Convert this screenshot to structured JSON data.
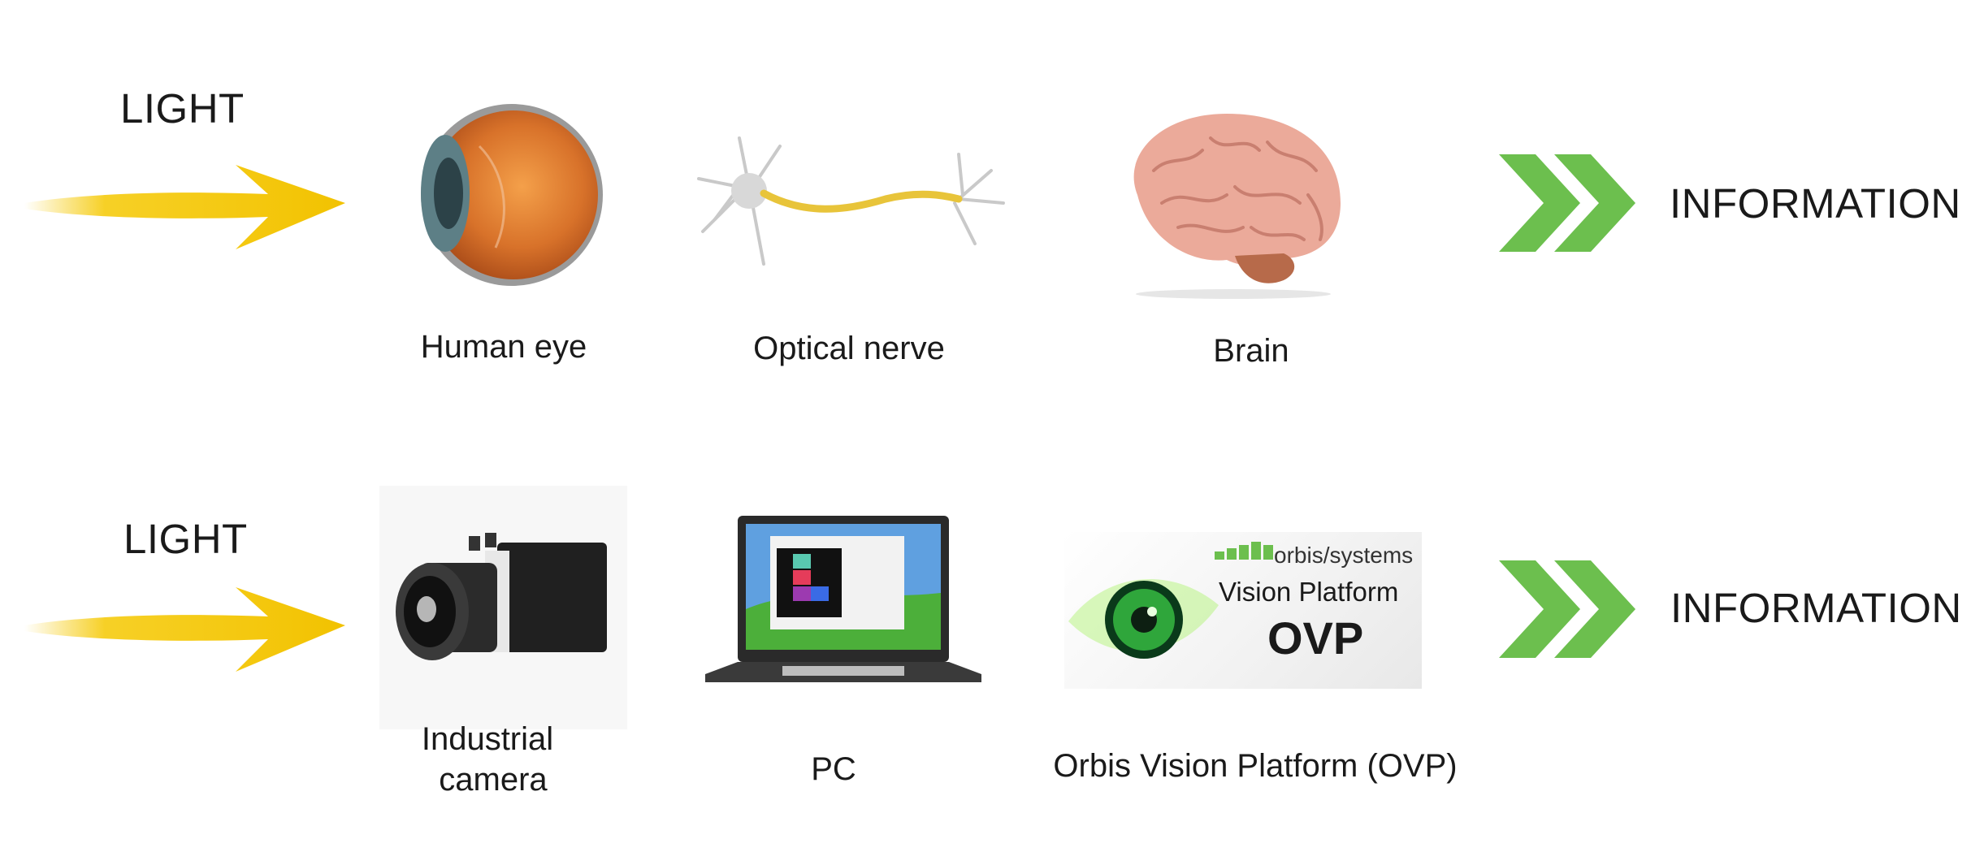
{
  "human_row": {
    "light_label": "LIGHT",
    "eye_caption": "Human eye",
    "nerve_caption": "Optical nerve",
    "brain_caption": "Brain",
    "information_label": "INFORMATION"
  },
  "machine_row": {
    "light_label": "LIGHT",
    "camera_caption_line1": "Industrial",
    "camera_caption_line2": "camera",
    "pc_caption": "PC",
    "ovp_caption": "Orbis Vision Platform (OVP)",
    "information_label": "INFORMATION"
  },
  "ovp_logo": {
    "brand": "orbis/systems",
    "line1": "Vision Platform",
    "line2": "OVP"
  },
  "colors": {
    "light_arrow": "#f5c800",
    "chevron": "#6cbf4e",
    "text": "#1a1a1a"
  },
  "icons": [
    "light-arrow-icon",
    "eye-icon",
    "neuron-icon",
    "brain-icon",
    "chevron-icon",
    "camera-icon",
    "laptop-icon",
    "ovp-logo"
  ]
}
